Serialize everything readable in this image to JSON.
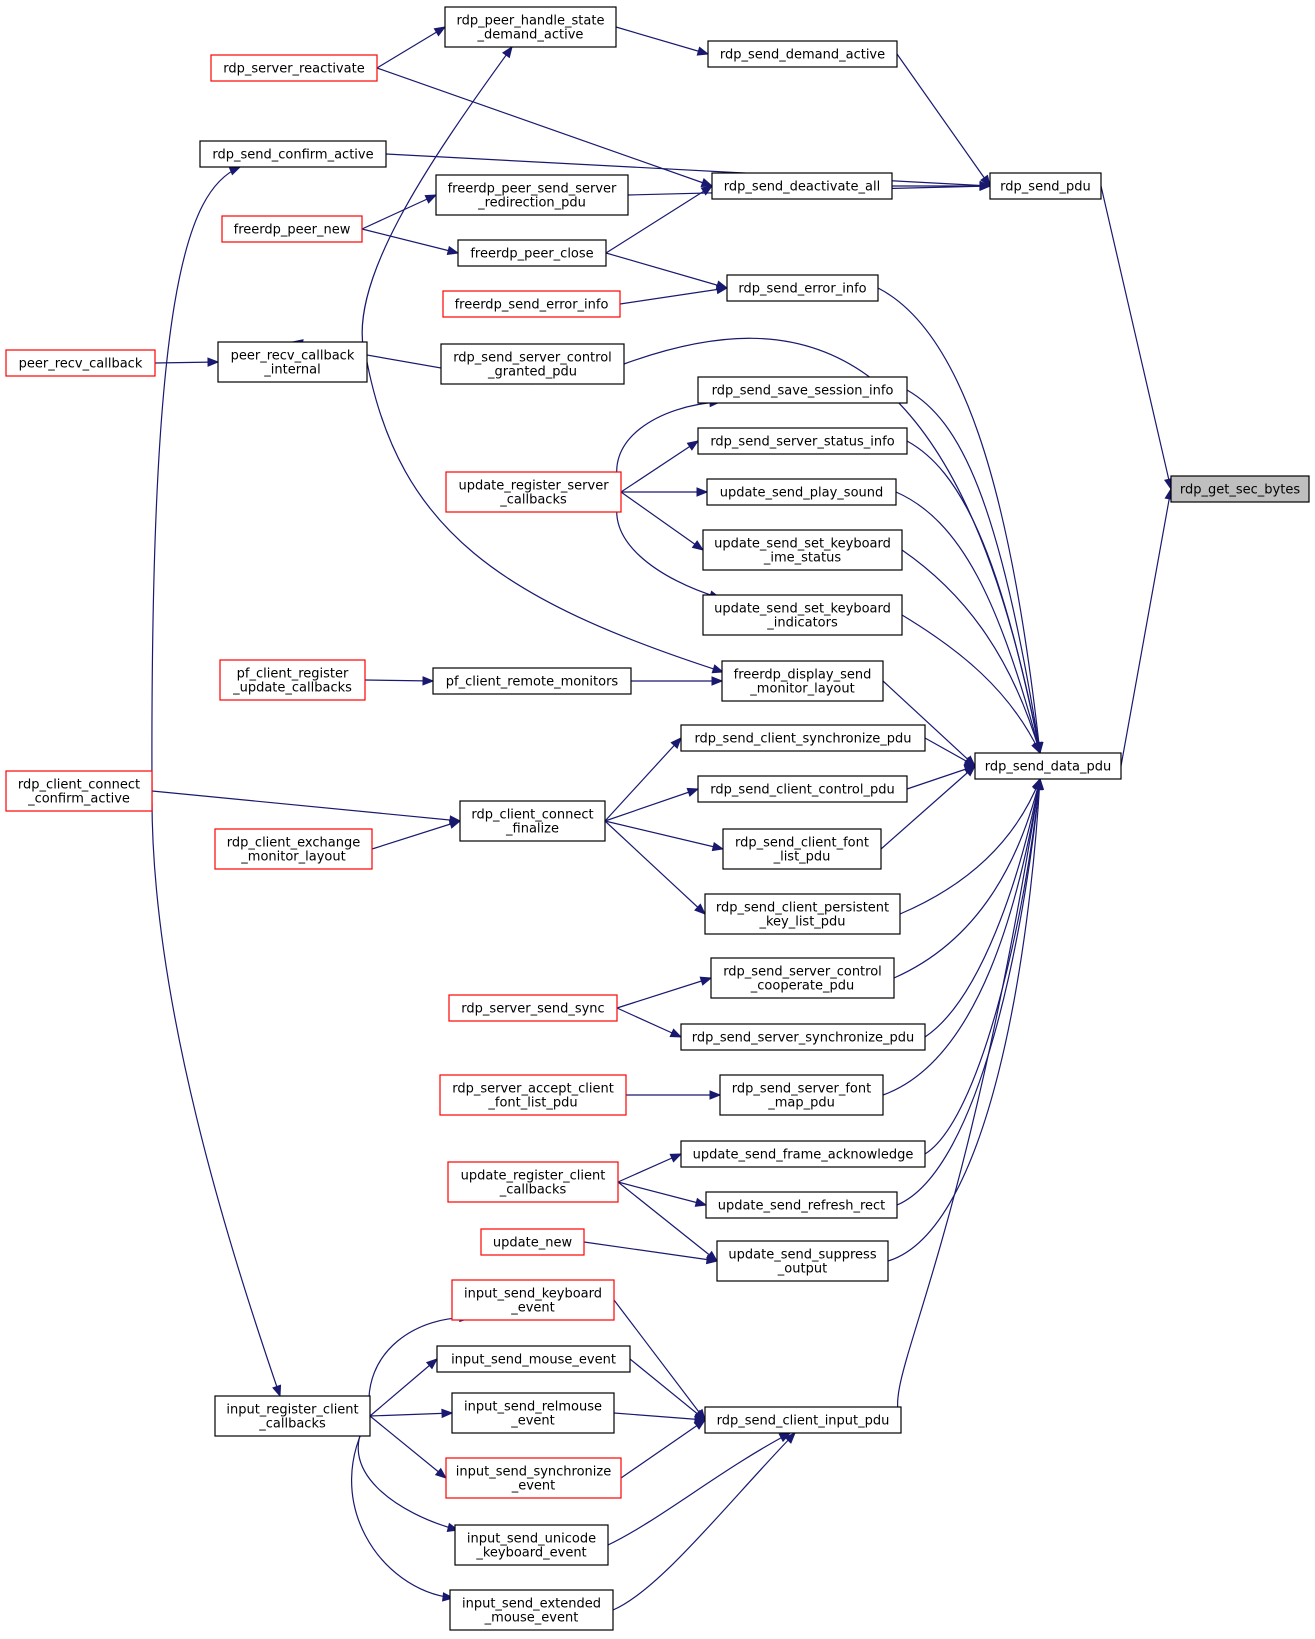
{
  "nodes": {
    "rdp_get_sec_bytes": {
      "lines": [
        "rdp_get_sec_bytes"
      ],
      "highlight": true
    },
    "rdp_send_pdu": {
      "lines": [
        "rdp_send_pdu"
      ]
    },
    "rdp_send_data_pdu": {
      "lines": [
        "rdp_send_data_pdu"
      ]
    },
    "rdp_send_demand_active": {
      "lines": [
        "rdp_send_demand_active"
      ]
    },
    "rdp_peer_handle_state_demand_active": {
      "lines": [
        "rdp_peer_handle_state",
        "_demand_active"
      ]
    },
    "rdp_server_reactivate": {
      "lines": [
        "rdp_server_reactivate"
      ],
      "red": true
    },
    "rdp_send_confirm_active": {
      "lines": [
        "rdp_send_confirm_active"
      ]
    },
    "rdp_send_deactivate_all": {
      "lines": [
        "rdp_send_deactivate_all"
      ]
    },
    "freerdp_peer_send_server_redirection_pdu": {
      "lines": [
        "freerdp_peer_send_server",
        "_redirection_pdu"
      ]
    },
    "freerdp_peer_new": {
      "lines": [
        "freerdp_peer_new"
      ],
      "red": true
    },
    "freerdp_peer_close": {
      "lines": [
        "freerdp_peer_close"
      ]
    },
    "rdp_send_error_info": {
      "lines": [
        "rdp_send_error_info"
      ]
    },
    "freerdp_send_error_info": {
      "lines": [
        "freerdp_send_error_info"
      ],
      "red": true
    },
    "peer_recv_callback": {
      "lines": [
        "peer_recv_callback"
      ],
      "red": true
    },
    "peer_recv_callback_internal": {
      "lines": [
        "peer_recv_callback",
        "_internal"
      ]
    },
    "rdp_send_server_control_granted_pdu": {
      "lines": [
        "rdp_send_server_control",
        "_granted_pdu"
      ]
    },
    "rdp_send_save_session_info": {
      "lines": [
        "rdp_send_save_session_info"
      ]
    },
    "rdp_send_server_status_info": {
      "lines": [
        "rdp_send_server_status_info"
      ]
    },
    "update_register_server_callbacks": {
      "lines": [
        "update_register_server",
        "_callbacks"
      ],
      "red": true
    },
    "update_send_play_sound": {
      "lines": [
        "update_send_play_sound"
      ]
    },
    "update_send_set_keyboard_ime_status": {
      "lines": [
        "update_send_set_keyboard",
        "_ime_status"
      ]
    },
    "update_send_set_keyboard_indicators": {
      "lines": [
        "update_send_set_keyboard",
        "_indicators"
      ]
    },
    "pf_client_register_update_callbacks": {
      "lines": [
        "pf_client_register",
        "_update_callbacks"
      ],
      "red": true
    },
    "pf_client_remote_monitors": {
      "lines": [
        "pf_client_remote_monitors"
      ]
    },
    "freerdp_display_send_monitor_layout": {
      "lines": [
        "freerdp_display_send",
        "_monitor_layout"
      ]
    },
    "rdp_send_client_synchronize_pdu": {
      "lines": [
        "rdp_send_client_synchronize_pdu"
      ]
    },
    "rdp_client_connect_confirm_active": {
      "lines": [
        "rdp_client_connect",
        "_confirm_active"
      ],
      "red": true
    },
    "rdp_client_connect_finalize": {
      "lines": [
        "rdp_client_connect",
        "_finalize"
      ]
    },
    "rdp_send_client_control_pdu": {
      "lines": [
        "rdp_send_client_control_pdu"
      ]
    },
    "rdp_client_exchange_monitor_layout": {
      "lines": [
        "rdp_client_exchange",
        "_monitor_layout"
      ],
      "red": true
    },
    "rdp_send_client_font_list_pdu": {
      "lines": [
        "rdp_send_client_font",
        "_list_pdu"
      ]
    },
    "rdp_send_client_persistent_key_list_pdu": {
      "lines": [
        "rdp_send_client_persistent",
        "_key_list_pdu"
      ]
    },
    "rdp_send_server_control_cooperate_pdu": {
      "lines": [
        "rdp_send_server_control",
        "_cooperate_pdu"
      ]
    },
    "rdp_server_send_sync": {
      "lines": [
        "rdp_server_send_sync"
      ],
      "red": true
    },
    "rdp_send_server_synchronize_pdu": {
      "lines": [
        "rdp_send_server_synchronize_pdu"
      ]
    },
    "rdp_server_accept_client_font_list_pdu": {
      "lines": [
        "rdp_server_accept_client",
        "_font_list_pdu"
      ],
      "red": true
    },
    "rdp_send_server_font_map_pdu": {
      "lines": [
        "rdp_send_server_font",
        "_map_pdu"
      ]
    },
    "update_send_frame_acknowledge": {
      "lines": [
        "update_send_frame_acknowledge"
      ]
    },
    "update_register_client_callbacks": {
      "lines": [
        "update_register_client",
        "_callbacks"
      ],
      "red": true
    },
    "update_send_refresh_rect": {
      "lines": [
        "update_send_refresh_rect"
      ]
    },
    "update_new": {
      "lines": [
        "update_new"
      ],
      "red": true
    },
    "update_send_suppress_output": {
      "lines": [
        "update_send_suppress",
        "_output"
      ]
    },
    "input_send_keyboard_event": {
      "lines": [
        "input_send_keyboard",
        "_event"
      ],
      "red": true
    },
    "input_send_mouse_event": {
      "lines": [
        "input_send_mouse_event"
      ]
    },
    "input_register_client_callbacks": {
      "lines": [
        "input_register_client",
        "_callbacks"
      ]
    },
    "input_send_relmouse_event": {
      "lines": [
        "input_send_relmouse",
        "_event"
      ]
    },
    "rdp_send_client_input_pdu": {
      "lines": [
        "rdp_send_client_input_pdu"
      ]
    },
    "input_send_synchronize_event": {
      "lines": [
        "input_send_synchronize",
        "_event"
      ],
      "red": true
    },
    "input_send_unicode_keyboard_event": {
      "lines": [
        "input_send_unicode",
        "_keyboard_event"
      ]
    },
    "input_send_extended_mouse_event": {
      "lines": [
        "input_send_extended",
        "_mouse_event"
      ]
    }
  },
  "edges": [
    [
      "rdp_send_pdu",
      "rdp_get_sec_bytes"
    ],
    [
      "rdp_send_data_pdu",
      "rdp_get_sec_bytes"
    ],
    [
      "rdp_send_demand_active",
      "rdp_send_pdu"
    ],
    [
      "rdp_send_confirm_active",
      "rdp_send_pdu"
    ],
    [
      "rdp_send_deactivate_all",
      "rdp_send_pdu"
    ],
    [
      "freerdp_peer_send_server_redirection_pdu",
      "rdp_send_pdu"
    ],
    [
      "rdp_peer_handle_state_demand_active",
      "rdp_send_demand_active"
    ],
    [
      "rdp_server_reactivate",
      "rdp_peer_handle_state_demand_active"
    ],
    [
      "peer_recv_callback_internal",
      "rdp_peer_handle_state_demand_active"
    ],
    [
      "rdp_server_reactivate",
      "rdp_send_deactivate_all"
    ],
    [
      "freerdp_peer_close",
      "rdp_send_deactivate_all"
    ],
    [
      "rdp_client_connect_confirm_active",
      "rdp_send_confirm_active"
    ],
    [
      "freerdp_peer_new",
      "freerdp_peer_send_server_redirection_pdu"
    ],
    [
      "freerdp_peer_new",
      "freerdp_peer_close"
    ],
    [
      "freerdp_peer_close",
      "rdp_send_error_info"
    ],
    [
      "freerdp_send_error_info",
      "rdp_send_error_info"
    ],
    [
      "peer_recv_callback",
      "peer_recv_callback_internal"
    ],
    [
      "rdp_send_server_control_granted_pdu",
      "peer_recv_callback_internal"
    ],
    [
      "peer_recv_callback_internal",
      "freerdp_display_send_monitor_layout"
    ],
    [
      "update_register_server_callbacks",
      "rdp_send_save_session_info"
    ],
    [
      "update_register_server_callbacks",
      "rdp_send_server_status_info"
    ],
    [
      "update_register_server_callbacks",
      "update_send_play_sound"
    ],
    [
      "update_register_server_callbacks",
      "update_send_set_keyboard_ime_status"
    ],
    [
      "update_register_server_callbacks",
      "update_send_set_keyboard_indicators"
    ],
    [
      "pf_client_register_update_callbacks",
      "pf_client_remote_monitors"
    ],
    [
      "pf_client_remote_monitors",
      "freerdp_display_send_monitor_layout"
    ],
    [
      "rdp_client_connect_confirm_active",
      "rdp_client_connect_finalize"
    ],
    [
      "rdp_client_exchange_monitor_layout",
      "rdp_client_connect_finalize"
    ],
    [
      "rdp_client_connect_finalize",
      "rdp_send_client_synchronize_pdu"
    ],
    [
      "rdp_client_connect_finalize",
      "rdp_send_client_control_pdu"
    ],
    [
      "rdp_client_connect_finalize",
      "rdp_send_client_font_list_pdu"
    ],
    [
      "rdp_client_connect_finalize",
      "rdp_send_client_persistent_key_list_pdu"
    ],
    [
      "rdp_server_send_sync",
      "rdp_send_server_control_cooperate_pdu"
    ],
    [
      "rdp_server_send_sync",
      "rdp_send_server_synchronize_pdu"
    ],
    [
      "rdp_server_accept_client_font_list_pdu",
      "rdp_send_server_font_map_pdu"
    ],
    [
      "update_register_client_callbacks",
      "update_send_frame_acknowledge"
    ],
    [
      "update_register_client_callbacks",
      "update_send_refresh_rect"
    ],
    [
      "update_register_client_callbacks",
      "update_send_suppress_output"
    ],
    [
      "update_new",
      "update_send_suppress_output"
    ],
    [
      "rdp_client_connect_confirm_active",
      "input_register_client_callbacks"
    ],
    [
      "input_register_client_callbacks",
      "input_send_keyboard_event"
    ],
    [
      "input_register_client_callbacks",
      "input_send_mouse_event"
    ],
    [
      "input_register_client_callbacks",
      "input_send_relmouse_event"
    ],
    [
      "input_register_client_callbacks",
      "input_send_synchronize_event"
    ],
    [
      "input_register_client_callbacks",
      "input_send_unicode_keyboard_event"
    ],
    [
      "input_register_client_callbacks",
      "input_send_extended_mouse_event"
    ],
    [
      "input_send_keyboard_event",
      "rdp_send_client_input_pdu"
    ],
    [
      "input_send_mouse_event",
      "rdp_send_client_input_pdu"
    ],
    [
      "input_send_relmouse_event",
      "rdp_send_client_input_pdu"
    ],
    [
      "input_send_synchronize_event",
      "rdp_send_client_input_pdu"
    ],
    [
      "input_send_unicode_keyboard_event",
      "rdp_send_client_input_pdu"
    ],
    [
      "input_send_extended_mouse_event",
      "rdp_send_client_input_pdu"
    ],
    [
      "rdp_send_error_info",
      "rdp_send_data_pdu"
    ],
    [
      "rdp_send_server_control_granted_pdu",
      "rdp_send_data_pdu"
    ],
    [
      "rdp_send_save_session_info",
      "rdp_send_data_pdu"
    ],
    [
      "rdp_send_server_status_info",
      "rdp_send_data_pdu"
    ],
    [
      "update_send_play_sound",
      "rdp_send_data_pdu"
    ],
    [
      "update_send_set_keyboard_ime_status",
      "rdp_send_data_pdu"
    ],
    [
      "update_send_set_keyboard_indicators",
      "rdp_send_data_pdu"
    ],
    [
      "freerdp_display_send_monitor_layout",
      "rdp_send_data_pdu"
    ],
    [
      "rdp_send_client_synchronize_pdu",
      "rdp_send_data_pdu"
    ],
    [
      "rdp_send_client_control_pdu",
      "rdp_send_data_pdu"
    ],
    [
      "rdp_send_client_font_list_pdu",
      "rdp_send_data_pdu"
    ],
    [
      "rdp_send_client_persistent_key_list_pdu",
      "rdp_send_data_pdu"
    ],
    [
      "rdp_send_server_control_cooperate_pdu",
      "rdp_send_data_pdu"
    ],
    [
      "rdp_send_server_synchronize_pdu",
      "rdp_send_data_pdu"
    ],
    [
      "rdp_send_server_font_map_pdu",
      "rdp_send_data_pdu"
    ],
    [
      "update_send_frame_acknowledge",
      "rdp_send_data_pdu"
    ],
    [
      "update_send_refresh_rect",
      "rdp_send_data_pdu"
    ],
    [
      "update_send_suppress_output",
      "rdp_send_data_pdu"
    ],
    [
      "rdp_send_client_input_pdu",
      "rdp_send_data_pdu"
    ]
  ]
}
